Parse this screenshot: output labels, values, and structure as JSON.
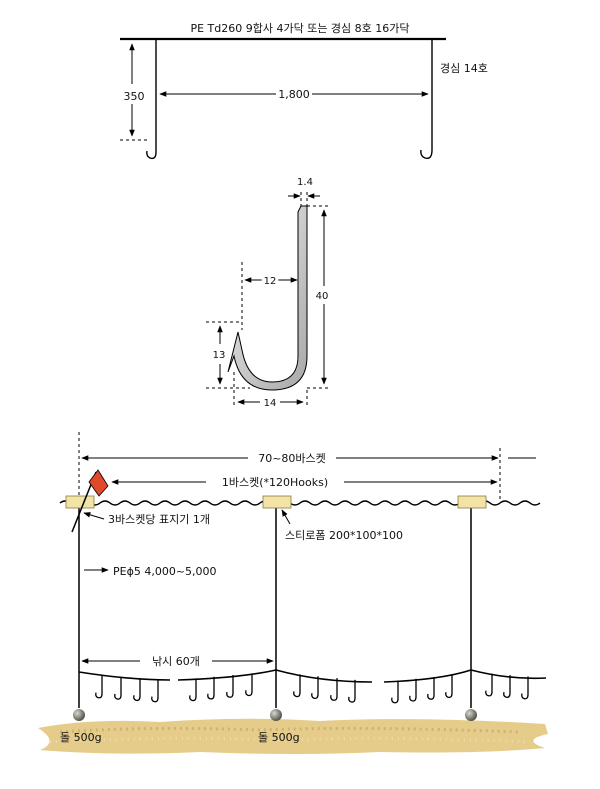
{
  "top": {
    "mainline_label": "PE Td260  9합사 4가닥 또는 경심 8호  16가닥",
    "branch_label": "경심 14호",
    "height_dim": "350",
    "span_dim": "1,800"
  },
  "hook": {
    "thickness_dim": "1.4",
    "gap_dim": "12",
    "length_dim": "40",
    "bend_height_dim": "13",
    "bottom_width_dim": "14"
  },
  "longline": {
    "total_label": "70~80바스켓",
    "basket_label": "1바스켓(*120Hooks)",
    "marker_label": "3바스켓당 표지기 1개",
    "float_label": "스티로폼 200*100*100",
    "dropper_label": "PEϕ5  4,000~5,000",
    "hooks_label": "낚시 60개",
    "stone_left_label": "돌 500g",
    "stone_mid_label": "돌 500g"
  },
  "colors": {
    "float": "#f2e3a6",
    "flag": "#e0492a",
    "sand": "#e6cc8a",
    "stone": "#8a8a80",
    "hook_fill": "#c9c9c9"
  }
}
